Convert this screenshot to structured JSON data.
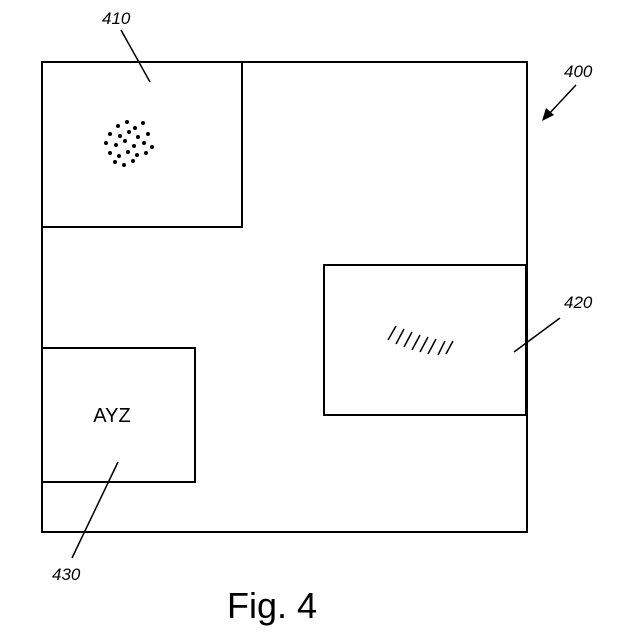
{
  "figure": {
    "caption": "Fig. 4",
    "outer_ref": "400",
    "regions": [
      {
        "ref": "410",
        "content": "dot-pattern"
      },
      {
        "ref": "420",
        "content": "hatch-pattern"
      },
      {
        "ref": "430",
        "content": "text",
        "text": "AYZ"
      }
    ]
  }
}
